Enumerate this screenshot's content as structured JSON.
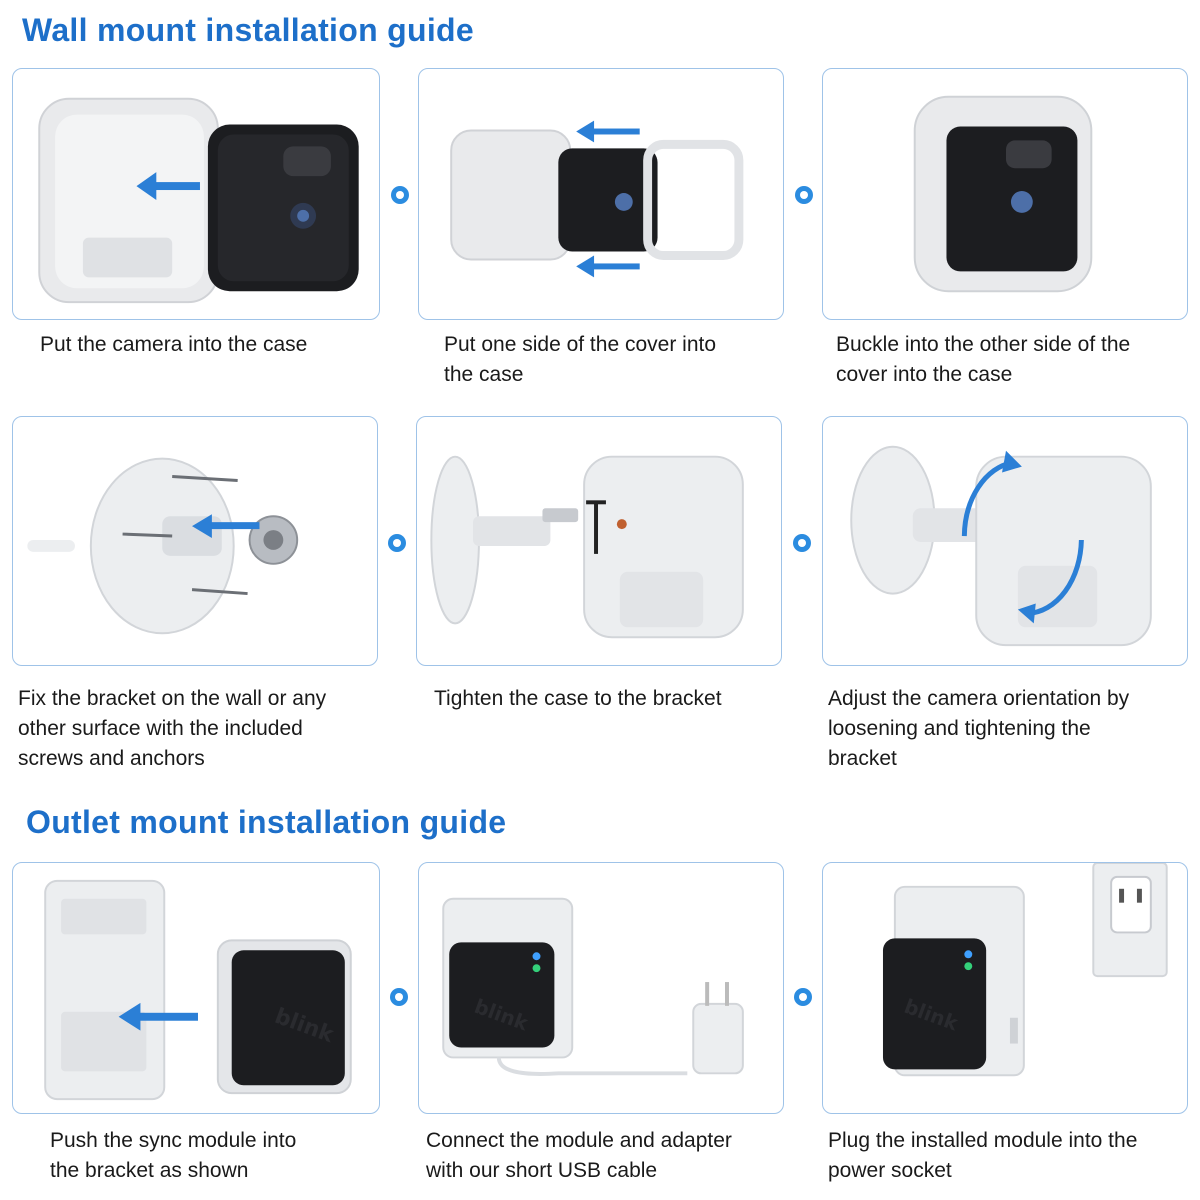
{
  "sections": {
    "wall": {
      "title": "Wall mount installation guide"
    },
    "outlet": {
      "title": "Outlet mount installation guide"
    }
  },
  "steps": {
    "s1": "Put the camera into the case",
    "s2a": "Put one side of the cover into",
    "s2b": "the case",
    "s3a": "Buckle into the other side of the",
    "s3b": "cover into the case",
    "s4a": "Fix the bracket on the wall or any",
    "s4b": "other surface with the included",
    "s4c": "screws and anchors",
    "s5": "Tighten the case to the bracket",
    "s6a": "Adjust the camera orientation by",
    "s6b": "loosening and tightening the",
    "s6c": "bracket",
    "s7a": "Push the sync module into",
    "s7b": "the bracket as shown",
    "s8a": "Connect the module and adapter",
    "s8b": "with our short USB cable",
    "s9a": "Plug the installed module into the",
    "s9b": "power socket"
  },
  "brand": "blink",
  "icons": [
    "arrow-icon",
    "connector-dot-icon",
    "rotate-arrow-icon"
  ],
  "colors": {
    "accent": "#1d6fc9",
    "panel_border": "#9fc3e8",
    "arrow": "#2b7fd6",
    "led_blue": "#3fa0ff",
    "led_green": "#34d07a"
  }
}
